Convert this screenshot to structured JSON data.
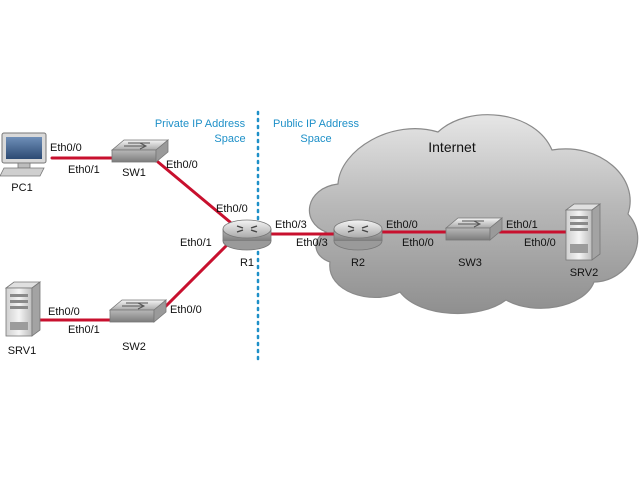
{
  "colors": {
    "link": "#c8102e",
    "divider": "#1e90c8",
    "zone_text": "#1e90c8",
    "cloud_fill": "#9a9a9a"
  },
  "zones": {
    "private_line1": "Private IP Address",
    "private_line2": "Space",
    "public_line1": "Public IP Address",
    "public_line2": "Space"
  },
  "cloud": {
    "label": "Internet"
  },
  "devices": {
    "pc1": {
      "name": "PC1",
      "icon": "desktop-pc-icon"
    },
    "srv1": {
      "name": "SRV1",
      "icon": "server-tower-icon"
    },
    "sw1": {
      "name": "SW1",
      "icon": "switch-icon"
    },
    "sw2": {
      "name": "SW2",
      "icon": "switch-icon"
    },
    "r1": {
      "name": "R1",
      "icon": "router-icon"
    },
    "r2": {
      "name": "R2",
      "icon": "router-icon"
    },
    "sw3": {
      "name": "SW3",
      "icon": "switch-icon"
    },
    "srv2": {
      "name": "SRV2",
      "icon": "server-tower-icon"
    }
  },
  "interfaces": {
    "pc1_sw1_a": "Eth0/0",
    "pc1_sw1_b": "Eth0/1",
    "sw1_r1_a": "Eth0/0",
    "sw1_r1_b": "Eth0/0",
    "srv1_sw2_a": "Eth0/0",
    "srv1_sw2_b": "Eth0/1",
    "sw2_r1_a": "Eth0/0",
    "sw2_r1_b": "Eth0/1",
    "r1_r2_a": "Eth0/3",
    "r1_r2_b": "Eth0/3",
    "r2_sw3_a": "Eth0/0",
    "r2_sw3_b": "Eth0/0",
    "sw3_srv2_a": "Eth0/1",
    "sw3_srv2_b": "Eth0/0"
  }
}
